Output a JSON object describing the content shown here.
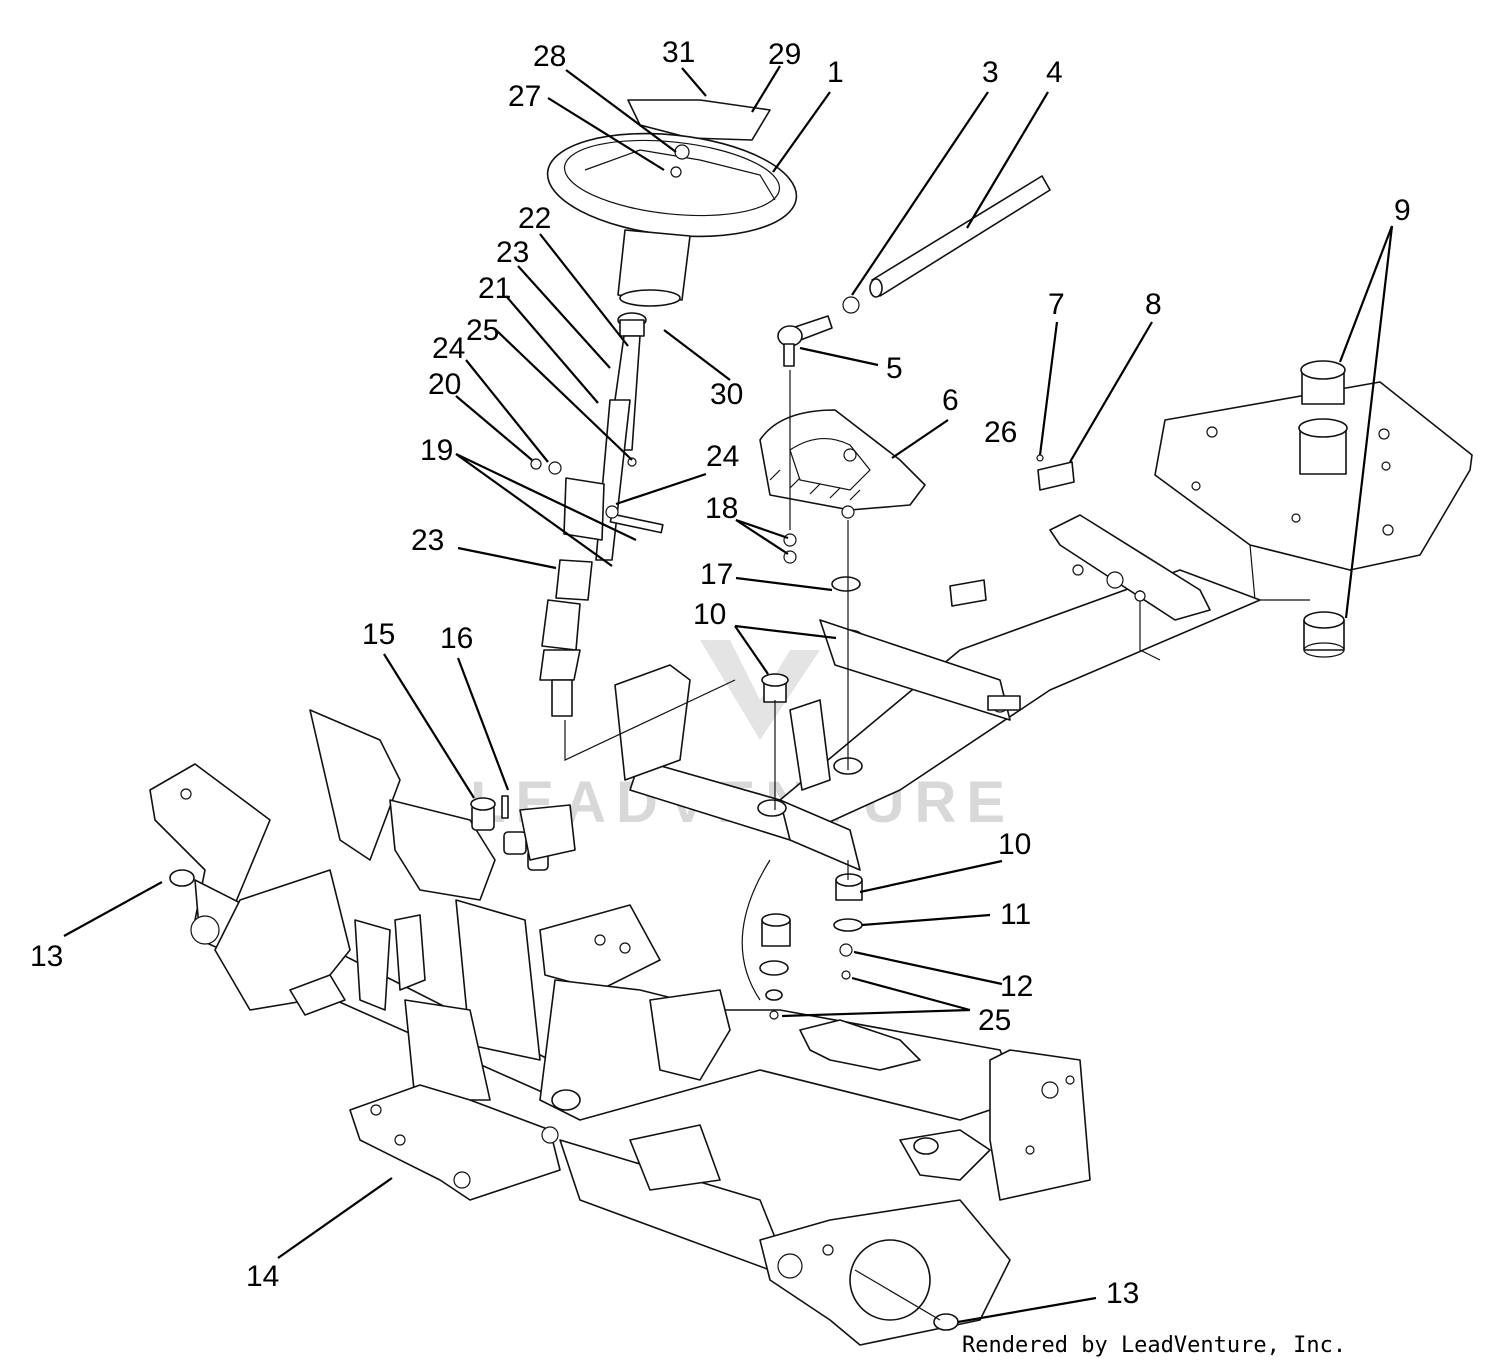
{
  "watermark": "LEADVENTURE",
  "credit": "Rendered by LeadVenture, Inc.",
  "colors": {
    "ink": "#111111",
    "paper": "#ffffff",
    "watermark": "#d8d8d8"
  },
  "callouts": [
    "1",
    "3",
    "4",
    "5",
    "6",
    "7",
    "8",
    "9",
    "10",
    "10",
    "11",
    "12",
    "13",
    "13",
    "14",
    "15",
    "16",
    "17",
    "18",
    "19",
    "20",
    "21",
    "22",
    "23",
    "23",
    "24",
    "24",
    "25",
    "25",
    "26",
    "27",
    "28",
    "29",
    "30",
    "31"
  ]
}
